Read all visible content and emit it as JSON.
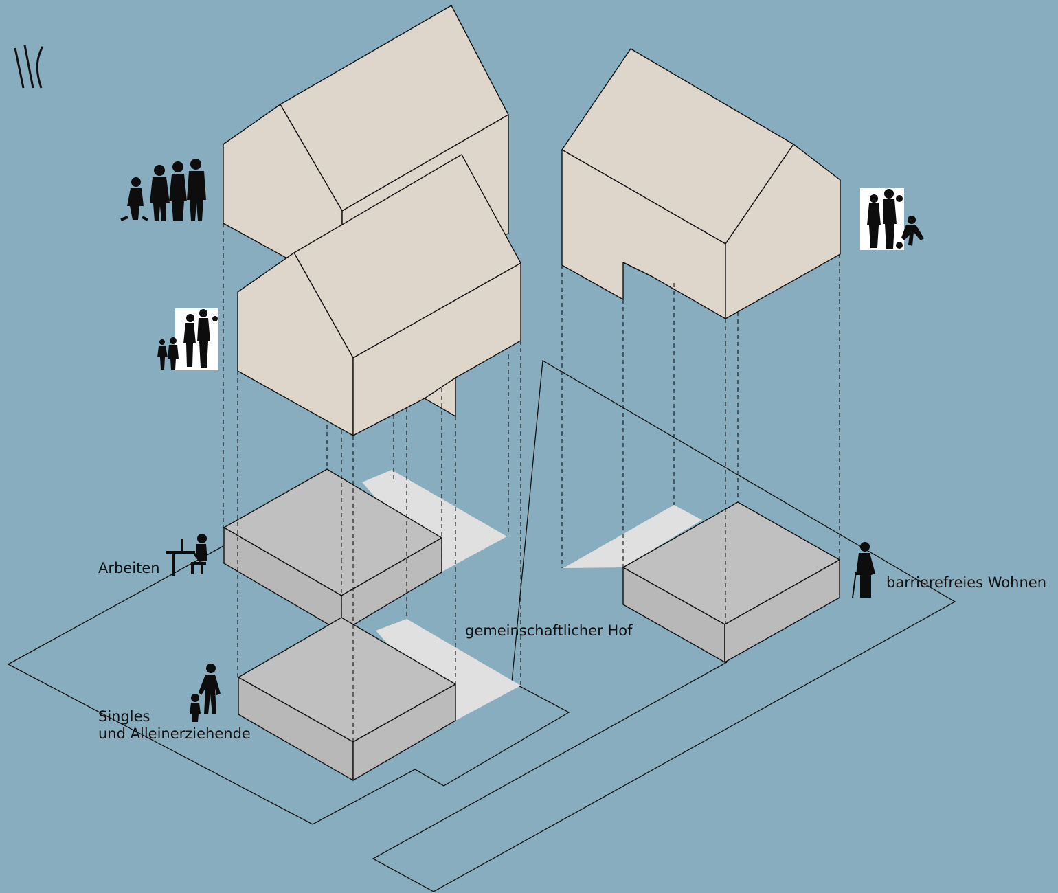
{
  "labels": {
    "arbeiten": "Arbeiten",
    "singles_line1": "Singles",
    "singles_line2": "und Alleinerziehende",
    "courtyard": "gemeinschaftlicher Hof",
    "barrier_free": "barrierefreies Wohnen"
  },
  "colors": {
    "background": "#88adbf",
    "house": "#ded5cb",
    "base_block": "#c0c0c0",
    "courtyard_strip": "#e0e0e0",
    "line": "#111111"
  },
  "icons": {
    "logo": "stroke-logo-icon",
    "family_four": "family-of-four-silhouette-icon",
    "family_child_balloon": "family-with-child-silhouette-icon",
    "family_playing_ball": "family-playing-ball-silhouette-icon",
    "worker": "person-at-desk-silhouette-icon",
    "mother_child": "mother-and-child-silhouette-icon",
    "elderly": "elderly-with-cane-silhouette-icon"
  }
}
